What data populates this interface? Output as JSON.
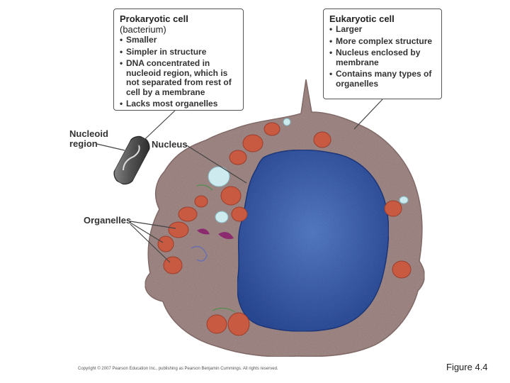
{
  "prokaryotic": {
    "title": "Prokaryotic cell",
    "subtitle": "(bacterium)",
    "bullets": [
      "Smaller",
      "Simpler in structure",
      "DNA concentrated in nucleoid region, which is not separated from rest of cell by a membrane",
      "Lacks most organelles"
    ]
  },
  "eukaryotic": {
    "title": "Eukaryotic cell",
    "bullets": [
      "Larger",
      "More complex structure",
      "Nucleus enclosed by membrane",
      "Contains many types of organelles"
    ]
  },
  "labels": {
    "nucleoid_region": "Nucleoid\nregion",
    "nucleus": "Nucleus",
    "organelles": "Organelles"
  },
  "copyright": "Copyright © 2007 Pearson Education Inc., publishing as Pearson Benjamin Cummings. All rights reserved.",
  "figure_label": "Figure 4.4",
  "colors": {
    "cytoplasm": "#a88f8c",
    "nucleus": "#3f63b5",
    "mitochondria": "#c85a42",
    "vacuole": "#cdebef",
    "bacterium": "#5a5a5a"
  }
}
